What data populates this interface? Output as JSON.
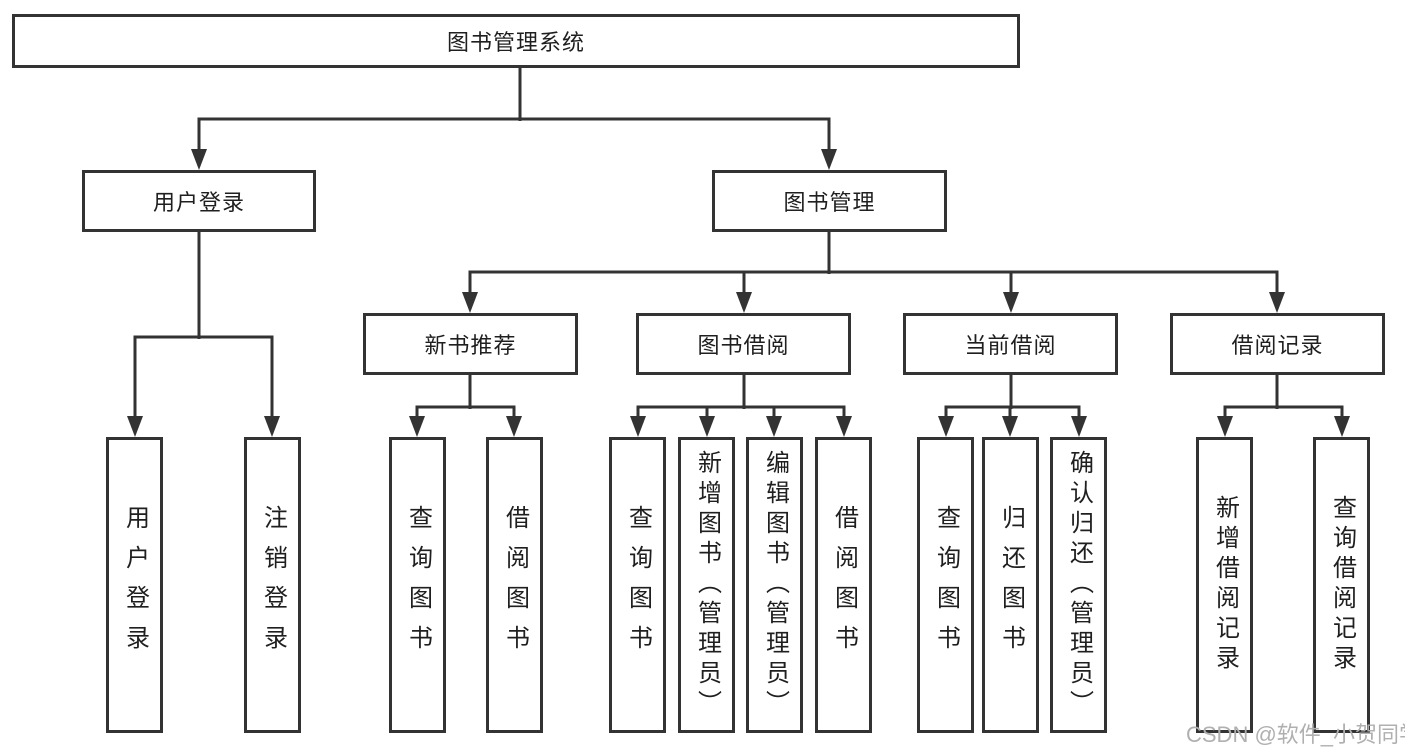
{
  "colors": {
    "line": "#333333",
    "text": "#1f1f1f",
    "watermark": "#b0b0b0",
    "box_background": "#ffffff"
  },
  "root": {
    "label": "图书管理系统"
  },
  "level2": [
    {
      "label": "用户登录"
    },
    {
      "label": "图书管理"
    }
  ],
  "level3": [
    {
      "label": "新书推荐"
    },
    {
      "label": "图书借阅"
    },
    {
      "label": "当前借阅"
    },
    {
      "label": "借阅记录"
    }
  ],
  "leaves": {
    "user_login": [
      {
        "label": "用户登录"
      },
      {
        "label": "注销登录"
      }
    ],
    "new_books": [
      {
        "label": "查询图书"
      },
      {
        "label": "借阅图书"
      }
    ],
    "book_borrowing": [
      {
        "label": "查询图书"
      },
      {
        "label": "新增图书（管理员）"
      },
      {
        "label": "编辑图书（管理员）"
      },
      {
        "label": "借阅图书"
      }
    ],
    "current_borrowing": [
      {
        "label": "查询图书"
      },
      {
        "label": "归还图书"
      },
      {
        "label": "确认归还（管理员）"
      }
    ],
    "borrowing_records": [
      {
        "label": "新增借阅记录"
      },
      {
        "label": "查询借阅记录"
      }
    ]
  },
  "watermark": "CSDN @软件_小贺同学"
}
